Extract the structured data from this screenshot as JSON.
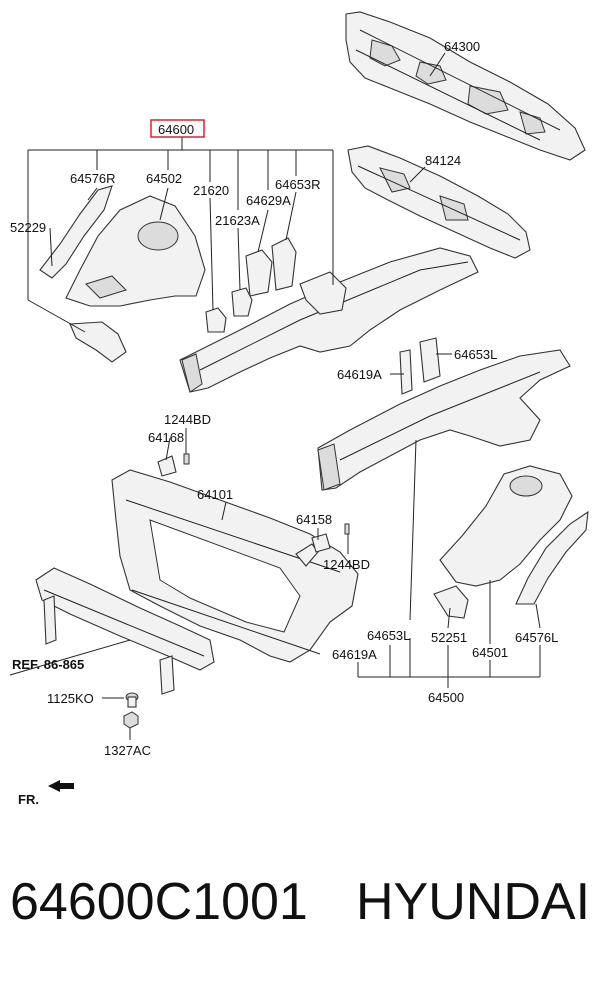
{
  "labels": {
    "p64300": "64300",
    "p84124": "84124",
    "p64600": "64600",
    "p64576R": "64576R",
    "p64502": "64502",
    "p21620": "21620",
    "p64653R": "64653R",
    "p64629A": "64629A",
    "p21623A": "21623A",
    "p52229": "52229",
    "p64653L_top": "64653L",
    "p64619A_top": "64619A",
    "p1244BD_top": "1244BD",
    "p64168": "64168",
    "p64101": "64101",
    "p64158": "64158",
    "p1244BD_mid": "1244BD",
    "p64653L_low": "64653L",
    "p52251": "52251",
    "p64576L": "64576L",
    "p64619A_low": "64619A",
    "p64501": "64501",
    "p64500": "64500",
    "ref": "REF. 86-865",
    "p1125KO": "1125KO",
    "p1327AC": "1327AC",
    "fr": "FR."
  },
  "footer": {
    "part_number": "64600C1001",
    "brand": "HYUNDAI"
  },
  "colors": {
    "highlight_box": "#d9232e",
    "line": "#222222",
    "text": "#111111"
  }
}
